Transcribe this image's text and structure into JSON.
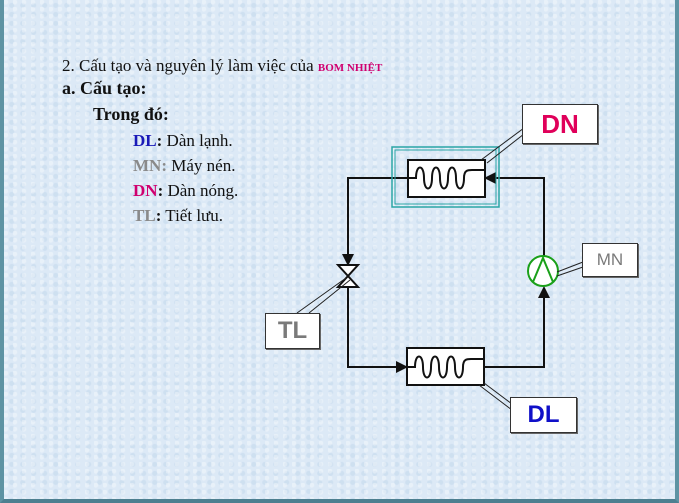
{
  "title": {
    "text": "2. Cấu tạo và nguyên lý làm việc của ",
    "highlight": "BOM NHIỆT"
  },
  "subtitle": "a. Cấu tạo:",
  "intro": "Trong đó:",
  "legend": [
    {
      "code": "DL",
      "sep": ":",
      "desc": " Dàn lạnh.",
      "color": "#1a1ab8"
    },
    {
      "code": "MN",
      "sep": ":",
      "desc": " Máy nén.",
      "color": "#8a8a8a"
    },
    {
      "code": "DN",
      "sep": ":",
      "desc": " Dàn nóng.",
      "color": "#d0006f"
    },
    {
      "code": "TL",
      "sep": ":",
      "desc": " Tiết lưu.",
      "color": "#8a8a8a"
    }
  ],
  "diagram": {
    "labels": {
      "dn": "DN",
      "mn": "MN",
      "tl": "TL",
      "dl": "DL"
    },
    "colors": {
      "dn": "#e0005a",
      "mn": "#7a7a7a",
      "tl": "#7a7a7a",
      "dl": "#1010c8",
      "frame": "#2aa5a5",
      "compressor": "#1aa01a"
    }
  }
}
